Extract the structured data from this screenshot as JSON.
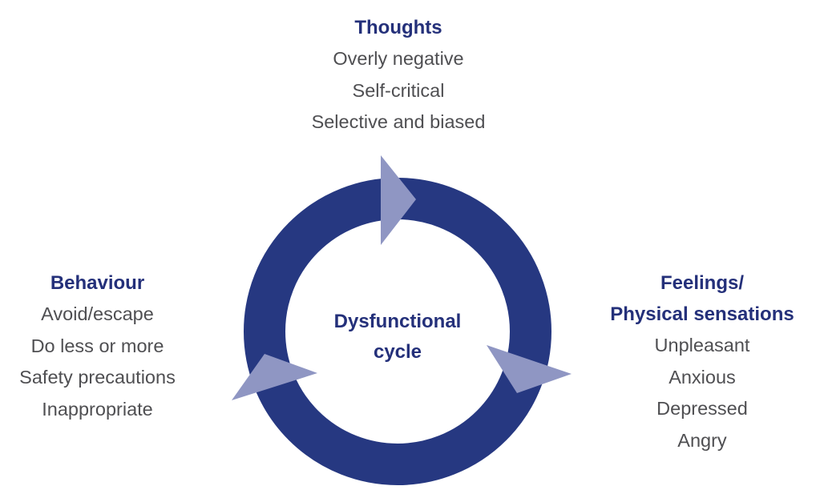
{
  "diagram": {
    "title": "Dysfunctional cycle",
    "center_label_lines": [
      "Dysfunctional",
      "cycle"
    ],
    "colors": {
      "ring": "#263881",
      "arrowhead": "#8f96c3",
      "heading": "#24307a",
      "body_text": "#4f4f52",
      "background": "#ffffff"
    },
    "nodes": {
      "thoughts": {
        "heading_lines": [
          "Thoughts"
        ],
        "items": [
          "Overly negative",
          "Self-critical",
          "Selective and biased"
        ]
      },
      "feelings": {
        "heading_lines": [
          "Feelings/",
          "Physical sensations"
        ],
        "items": [
          "Unpleasant",
          "Anxious",
          "Depressed",
          "Angry"
        ]
      },
      "behaviour": {
        "heading_lines": [
          "Behaviour"
        ],
        "items": [
          "Avoid/escape",
          "Do less or more",
          "Safety precautions",
          "Inappropriate"
        ]
      }
    },
    "cycle_direction": "clockwise",
    "cycle_order": [
      "thoughts",
      "feelings",
      "behaviour"
    ],
    "arrowhead_icons": [
      "arrowhead-right-icon",
      "arrowhead-down-right-icon",
      "arrowhead-up-right-icon"
    ]
  }
}
